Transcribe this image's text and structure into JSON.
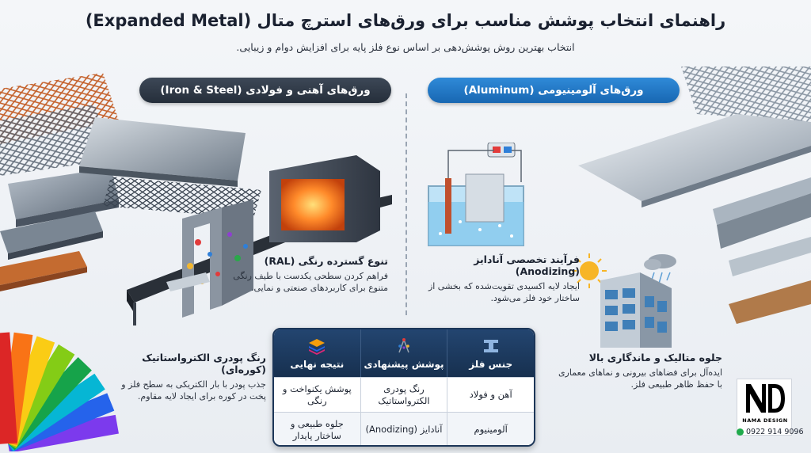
{
  "header": {
    "title": "راهنمای انتخاب پوشش مناسب برای ورق‌های استرچ متال (Expanded Metal)",
    "subtitle": "انتخاب بهترین روش پوشش‌دهی بر اساس نوع فلز پایه برای افزایش دوام و زیبایی."
  },
  "sections": {
    "steel_label": "ورق‌های آهنی و فولادی (Iron & Steel)",
    "aluminum_label": "ورق‌های آلومینیومی (Aluminum)"
  },
  "notes": {
    "ral": {
      "title": "تنوع گسترده رنگی (RAL)",
      "body": "فراهم کردن سطحی یکدست با طیف رنگی متنوع برای کاربردهای صنعتی و نمایی."
    },
    "anodizing": {
      "title": "فرآیند تخصصی آنادایز (Anodizing)",
      "body": "ایجاد لایه اکسیدی تقویت‌شده که بخشی از ساختار خود فلز می‌شود."
    },
    "powder": {
      "title": "رنگ پودری الکترواستاتیک (کوره‌ای)",
      "body": "جذب پودر با بار الکتریکی به سطح فلز و پخت در کوره برای ایجاد لایه مقاوم."
    },
    "metallic": {
      "title": "جلوه متالیک و ماندگاری بالا",
      "body": "ایده‌آل برای فضاهای بیرونی و نماهای معماری با حفظ ظاهر طبیعی فلز."
    }
  },
  "table": {
    "headers": [
      "جنس فلز",
      "پوشش پیشنهادی",
      "نتیجه نهایی"
    ],
    "rows": [
      [
        "آهن و فولاد",
        "رنگ پودری الکترواستاتیک",
        "پوشش یکنواخت و رنگی"
      ],
      [
        "آلومینیوم",
        "آنادایز (Anodizing)",
        "جلوه طبیعی و ساختار پایدار"
      ]
    ]
  },
  "brand": {
    "name": "NAMA DESIGN",
    "phone": "0922 914 9096"
  },
  "colors": {
    "steel_pill": "#2f3946",
    "aluminum_pill": "#1f74c2",
    "table_header": "#1c3a60",
    "whatsapp": "#1faa4b"
  }
}
